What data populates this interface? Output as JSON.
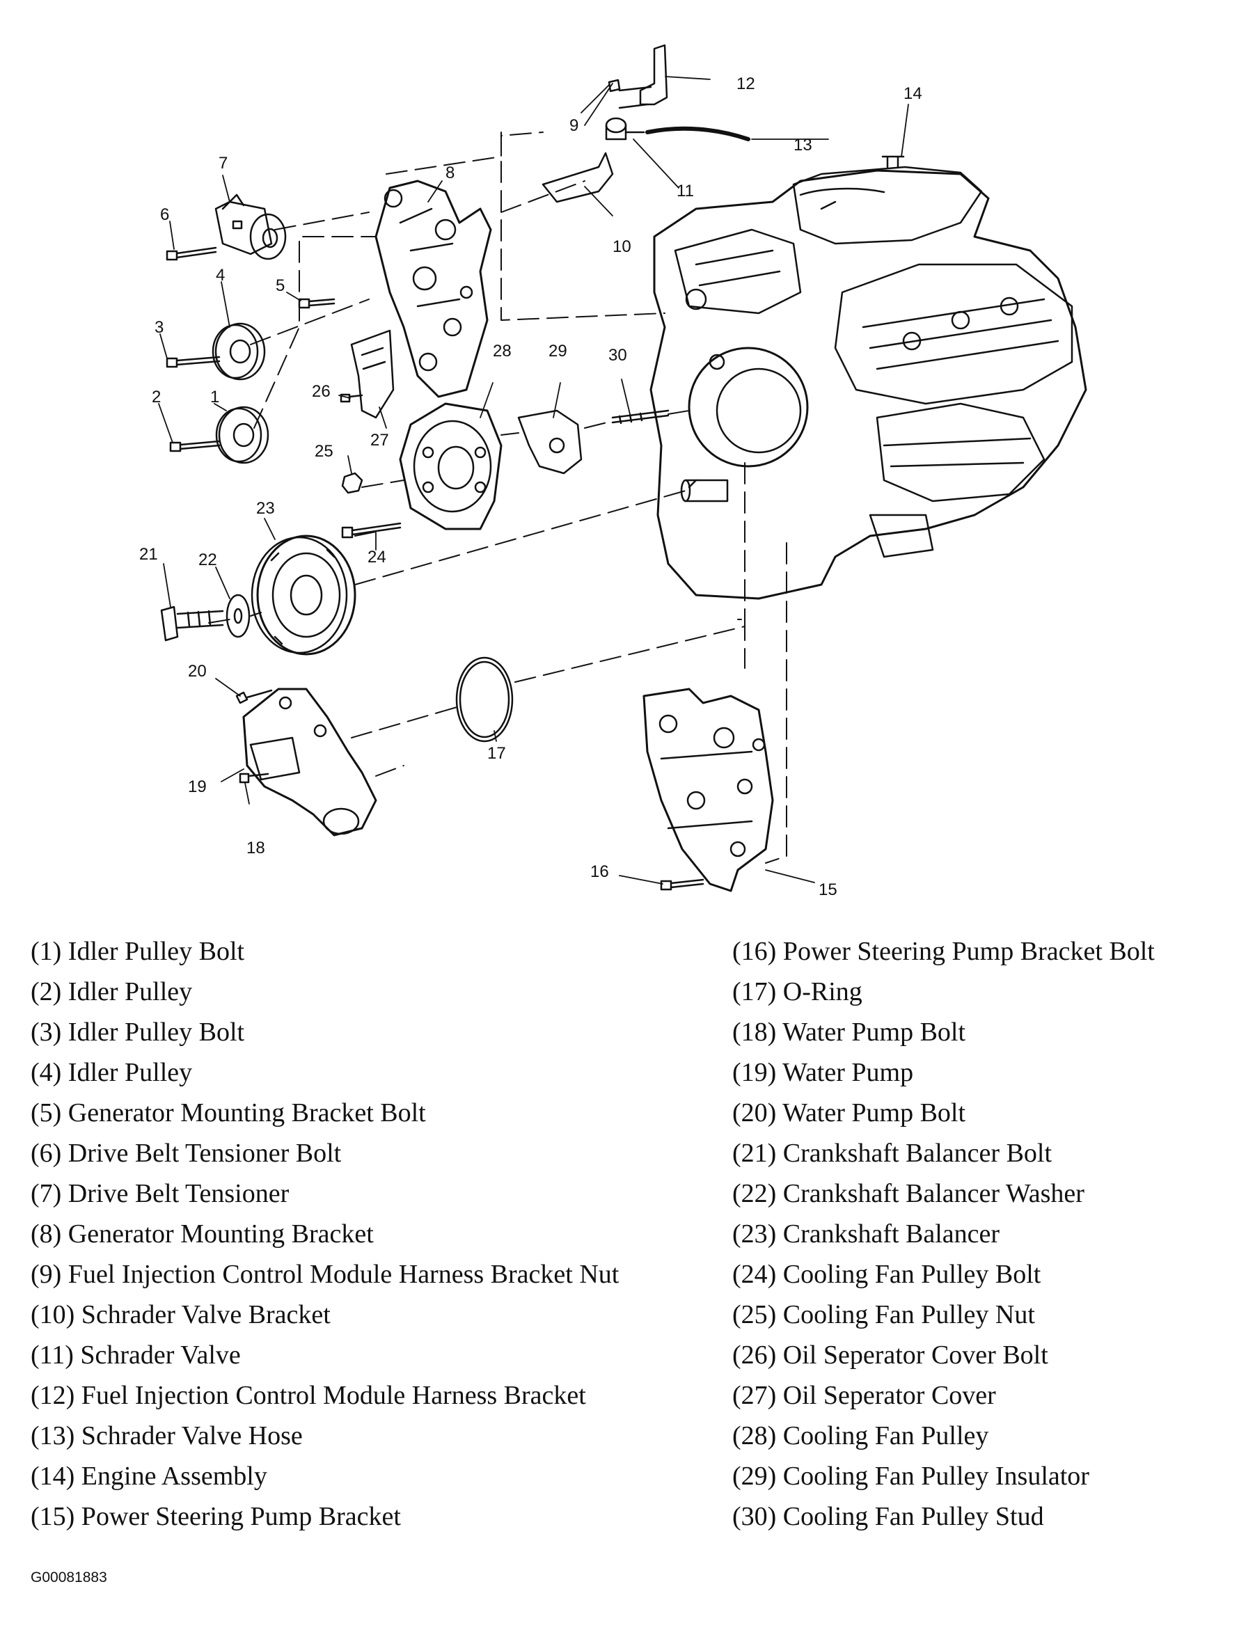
{
  "callouts": [
    "1",
    "2",
    "3",
    "4",
    "5",
    "6",
    "7",
    "8",
    "9",
    "10",
    "11",
    "12",
    "13",
    "14",
    "15",
    "16",
    "17",
    "18",
    "19",
    "20",
    "21",
    "22",
    "23",
    "24",
    "25",
    "26",
    "27",
    "28",
    "29",
    "30"
  ],
  "legend_left": [
    "(1)  Idler Pulley Bolt",
    "(2)  Idler Pulley",
    "(3)  Idler Pulley Bolt",
    "(4)  Idler Pulley",
    "(5)  Generator Mounting Bracket Bolt",
    "(6)  Drive Belt Tensioner Bolt",
    "(7)  Drive Belt Tensioner",
    "(8)  Generator Mounting Bracket",
    "(9)  Fuel Injection Control Module Harness Bracket Nut",
    "(10) Schrader Valve Bracket",
    "(11) Schrader Valve",
    "(12) Fuel Injection Control Module Harness Bracket",
    "(13) Schrader Valve Hose",
    "(14) Engine Assembly",
    "(15) Power Steering Pump Bracket"
  ],
  "legend_right": [
    "(16) Power Steering Pump Bracket Bolt",
    "(17) O-Ring",
    "(18) Water Pump Bolt",
    "(19) Water Pump",
    "(20) Water Pump Bolt",
    "(21) Crankshaft Balancer Bolt",
    "(22) Crankshaft Balancer Washer",
    "(23) Crankshaft Balancer",
    "(24) Cooling Fan Pulley Bolt",
    "(25) Cooling Fan Pulley Nut",
    "(26) Oil Seperator Cover Bolt",
    "(27) Oil Seperator Cover",
    "(28) Cooling Fan Pulley",
    "(29) Cooling Fan Pulley Insulator",
    "(30) Cooling Fan Pulley Stud"
  ],
  "figure_id": "G00081883",
  "colors": {
    "ink": "#111111",
    "paper": "#ffffff"
  }
}
